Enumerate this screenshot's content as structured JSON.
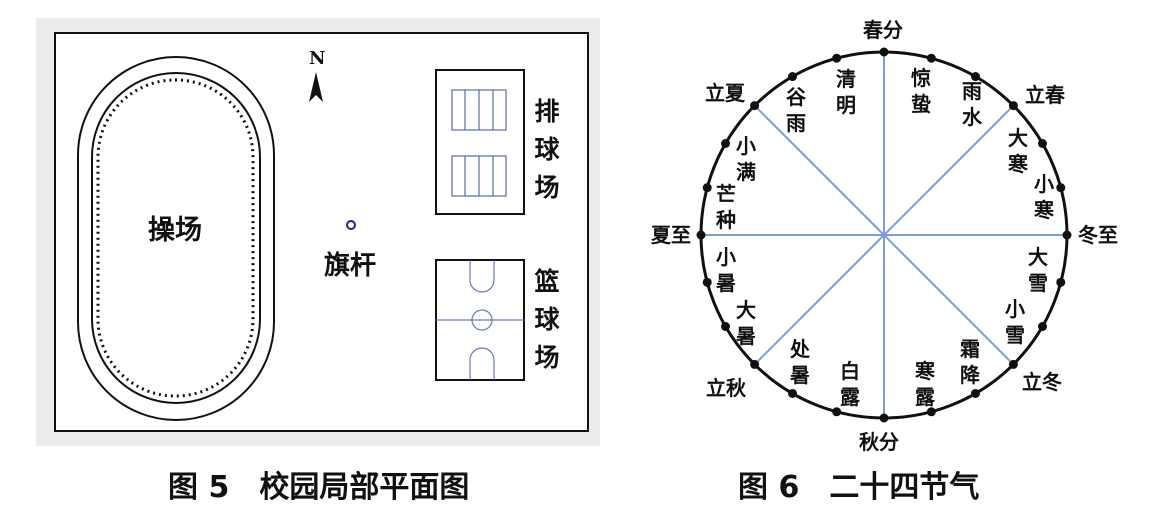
{
  "fig5": {
    "playground": "操场",
    "flagpole": "旗杆",
    "north": "N",
    "volleyball": [
      "排",
      "球",
      "场"
    ],
    "basketball": [
      "篮",
      "球",
      "场"
    ],
    "caption": "图 5　校园局部平面图"
  },
  "fig6": {
    "caption": "图 6　二十四节气",
    "terms": [
      "春分",
      "清明",
      "谷雨",
      "立夏",
      "小满",
      "芒种",
      "夏至",
      "小暑",
      "大暑",
      "立秋",
      "处暑",
      "白露",
      "秋分",
      "寒露",
      "霜降",
      "立冬",
      "小雪",
      "大雪",
      "冬至",
      "小寒",
      "大寒",
      "立春",
      "雨水",
      "惊蛰"
    ],
    "accent_line": "#7a9fd6"
  }
}
